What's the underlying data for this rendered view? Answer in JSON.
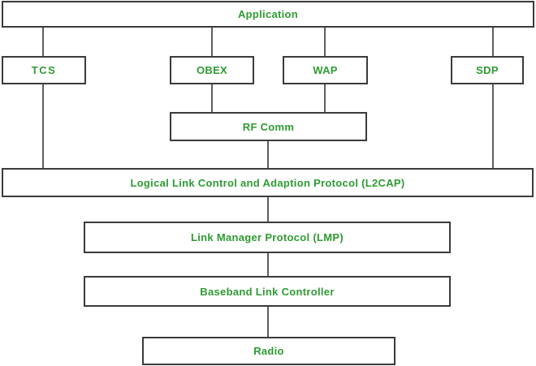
{
  "diagram_type": "block-diagram",
  "colors": {
    "label": "#2e9b32",
    "box_border": "#3b3b3b",
    "connector": "#5f5f5f",
    "background": "#ffffff"
  },
  "nodes": {
    "application": {
      "label": "Application"
    },
    "tcs": {
      "label": "TCS"
    },
    "obex": {
      "label": "OBEX"
    },
    "wap": {
      "label": "WAP"
    },
    "sdp": {
      "label": "SDP"
    },
    "rfcomm": {
      "label": "RF Comm"
    },
    "l2cap": {
      "label": "Logical Link Control and Adaption Protocol (L2CAP)"
    },
    "lmp": {
      "label": "Link Manager Protocol (LMP)"
    },
    "baseband": {
      "label": "Baseband Link Controller"
    },
    "radio": {
      "label": "Radio"
    }
  },
  "edges": [
    {
      "from": "application",
      "to": "tcs"
    },
    {
      "from": "application",
      "to": "obex"
    },
    {
      "from": "application",
      "to": "wap"
    },
    {
      "from": "application",
      "to": "sdp"
    },
    {
      "from": "obex",
      "to": "rfcomm"
    },
    {
      "from": "wap",
      "to": "rfcomm"
    },
    {
      "from": "tcs",
      "to": "l2cap"
    },
    {
      "from": "sdp",
      "to": "l2cap"
    },
    {
      "from": "rfcomm",
      "to": "l2cap"
    },
    {
      "from": "l2cap",
      "to": "lmp"
    },
    {
      "from": "lmp",
      "to": "baseband"
    },
    {
      "from": "baseband",
      "to": "radio"
    }
  ]
}
